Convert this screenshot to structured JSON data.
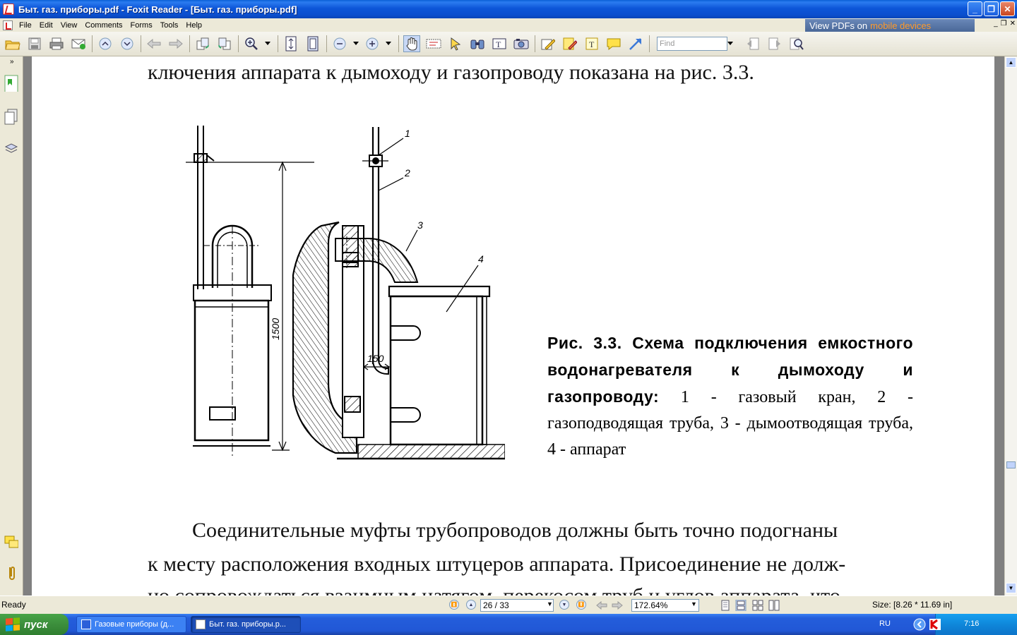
{
  "window": {
    "title": "Быт. газ. приборы.pdf - Foxit Reader - [Быт. газ. приборы.pdf]",
    "controls": [
      "_",
      "❐",
      "✕"
    ]
  },
  "menu": {
    "items": [
      "File",
      "Edit",
      "View",
      "Comments",
      "Forms",
      "Tools",
      "Help"
    ],
    "promo_prefix": "View PDFs on",
    "promo_highlight": "mobile devices",
    "mdi_controls": [
      "_",
      "❐",
      "✕"
    ]
  },
  "toolbar": {
    "find_placeholder": "Find"
  },
  "page": {
    "top_line": "ключения аппарата к дымоходу и газопроводу показана на рис. 3.3.",
    "figure": {
      "callouts": [
        "1",
        "2",
        "3",
        "4"
      ],
      "dim_height": "1500",
      "dim_gap": "150"
    },
    "caption_bold": "Рис. 3.3. Схема подключения емкостного водонагревателя к дымоходу и газопроводу:",
    "caption_rest": " 1 - газовый кран, 2 - газоподводящая труба, 3 - дымоотводящая труба, 4 - аппарат",
    "para_line1": "Соединительные муфты трубопроводов должны быть точно подогнаны",
    "para_line2": "к месту расположения входных штуцеров аппарата. Присоединение не долж-",
    "para_line3": "но сопровождаться взаимным натягом, перекосом труб и углов аппарата, что"
  },
  "status": {
    "ready": "Ready",
    "page_value": "26 / 33",
    "zoom_value": "172.64%",
    "size": "Size: [8.26 * 11.69 in]"
  },
  "taskbar": {
    "start": "пуск",
    "tasks": [
      "Газовые приборы (д...",
      "Быт. газ. приборы.р..."
    ],
    "lang": "RU",
    "clock": "7:16"
  }
}
